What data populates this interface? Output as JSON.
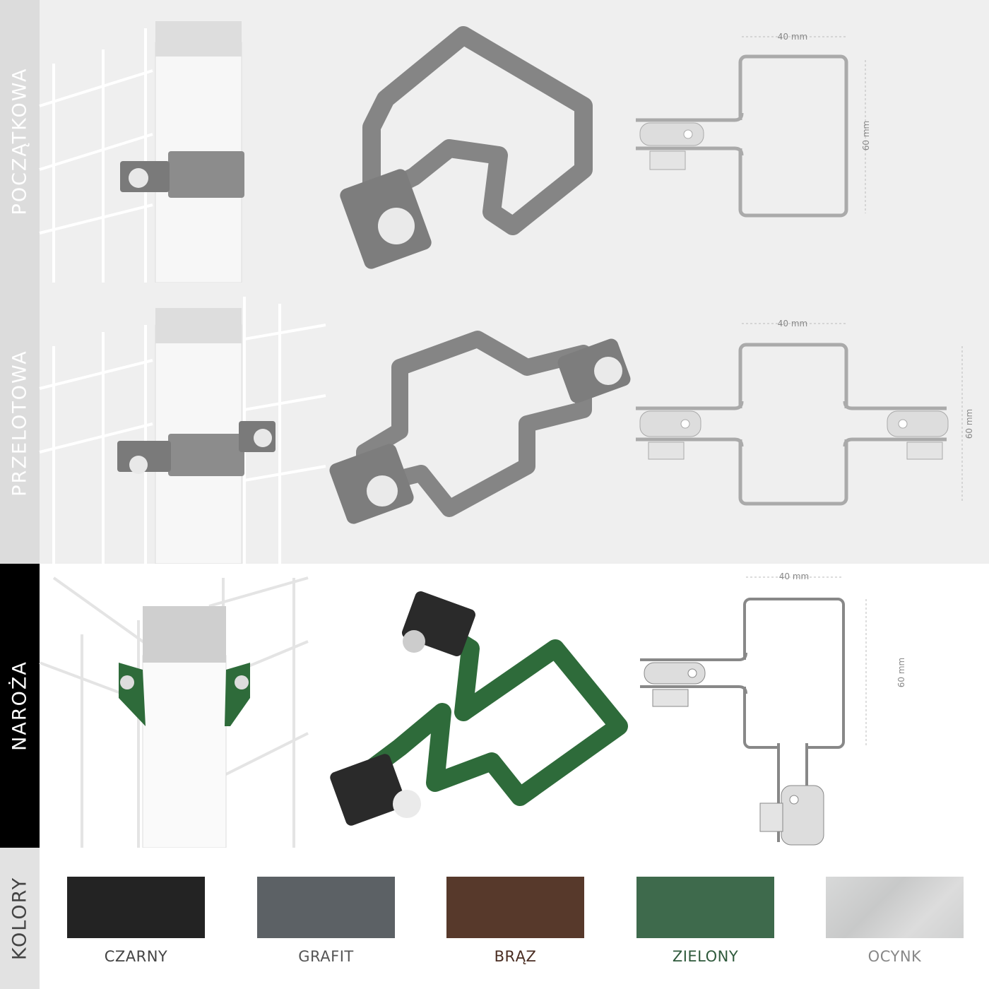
{
  "sections": [
    {
      "label": "POCZĄTKOWA",
      "width_label": "40 mm",
      "height_label": "60 mm"
    },
    {
      "label": "PRZELOTOWA",
      "width_label": "40 mm",
      "height_label": "60 mm"
    },
    {
      "label": "NAROŻA",
      "width_label": "40 mm",
      "height_label": "60 mm"
    }
  ],
  "colors_section": {
    "label": "KOLORY",
    "swatches": [
      {
        "name": "CZARNY",
        "color": "#232323",
        "text_color": "#444444"
      },
      {
        "name": "GRAFIT",
        "color": "#5c6165",
        "text_color": "#555555"
      },
      {
        "name": "BRĄZ",
        "color": "#57392b",
        "text_color": "#4a2d22"
      },
      {
        "name": "ZIELONY",
        "color": "#3e6a4c",
        "text_color": "#2f5a3c"
      },
      {
        "name": "OCYNK",
        "color": "#d2d3d3",
        "text_color": "#888888"
      }
    ]
  },
  "theme": {
    "graphite": "#8a8a8a",
    "green": "#2e6b3a",
    "panel_bg": "#efefef"
  }
}
